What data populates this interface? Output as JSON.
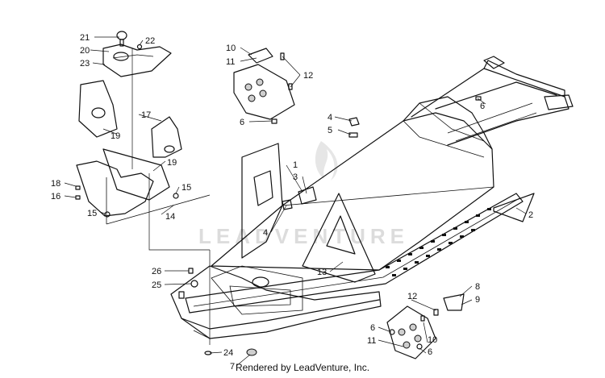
{
  "diagram": {
    "watermark": "LEADVENTURE",
    "credit": "Rendered by LeadVenture, Inc.",
    "callouts": [
      {
        "id": "c1",
        "text": "1"
      },
      {
        "id": "c2",
        "text": "2"
      },
      {
        "id": "c3",
        "text": "3"
      },
      {
        "id": "c4a",
        "text": "4"
      },
      {
        "id": "c4b",
        "text": "4"
      },
      {
        "id": "c5",
        "text": "5"
      },
      {
        "id": "c6a",
        "text": "6"
      },
      {
        "id": "c6b",
        "text": "6"
      },
      {
        "id": "c6c",
        "text": "6"
      },
      {
        "id": "c6d",
        "text": "6"
      },
      {
        "id": "c7",
        "text": "7"
      },
      {
        "id": "c8",
        "text": "8"
      },
      {
        "id": "c9",
        "text": "9"
      },
      {
        "id": "c10a",
        "text": "10"
      },
      {
        "id": "c10b",
        "text": "10"
      },
      {
        "id": "c11a",
        "text": "11"
      },
      {
        "id": "c11b",
        "text": "11"
      },
      {
        "id": "c12a",
        "text": "12"
      },
      {
        "id": "c12b",
        "text": "12"
      },
      {
        "id": "c13",
        "text": "13"
      },
      {
        "id": "c14",
        "text": "14"
      },
      {
        "id": "c15a",
        "text": "15"
      },
      {
        "id": "c15b",
        "text": "15"
      },
      {
        "id": "c16",
        "text": "16"
      },
      {
        "id": "c17",
        "text": "17"
      },
      {
        "id": "c18",
        "text": "18"
      },
      {
        "id": "c19a",
        "text": "19"
      },
      {
        "id": "c19b",
        "text": "19"
      },
      {
        "id": "c20",
        "text": "20"
      },
      {
        "id": "c21",
        "text": "21"
      },
      {
        "id": "c22",
        "text": "22"
      },
      {
        "id": "c23",
        "text": "23"
      },
      {
        "id": "c24",
        "text": "24"
      },
      {
        "id": "c25",
        "text": "25"
      },
      {
        "id": "c26",
        "text": "26"
      }
    ]
  }
}
